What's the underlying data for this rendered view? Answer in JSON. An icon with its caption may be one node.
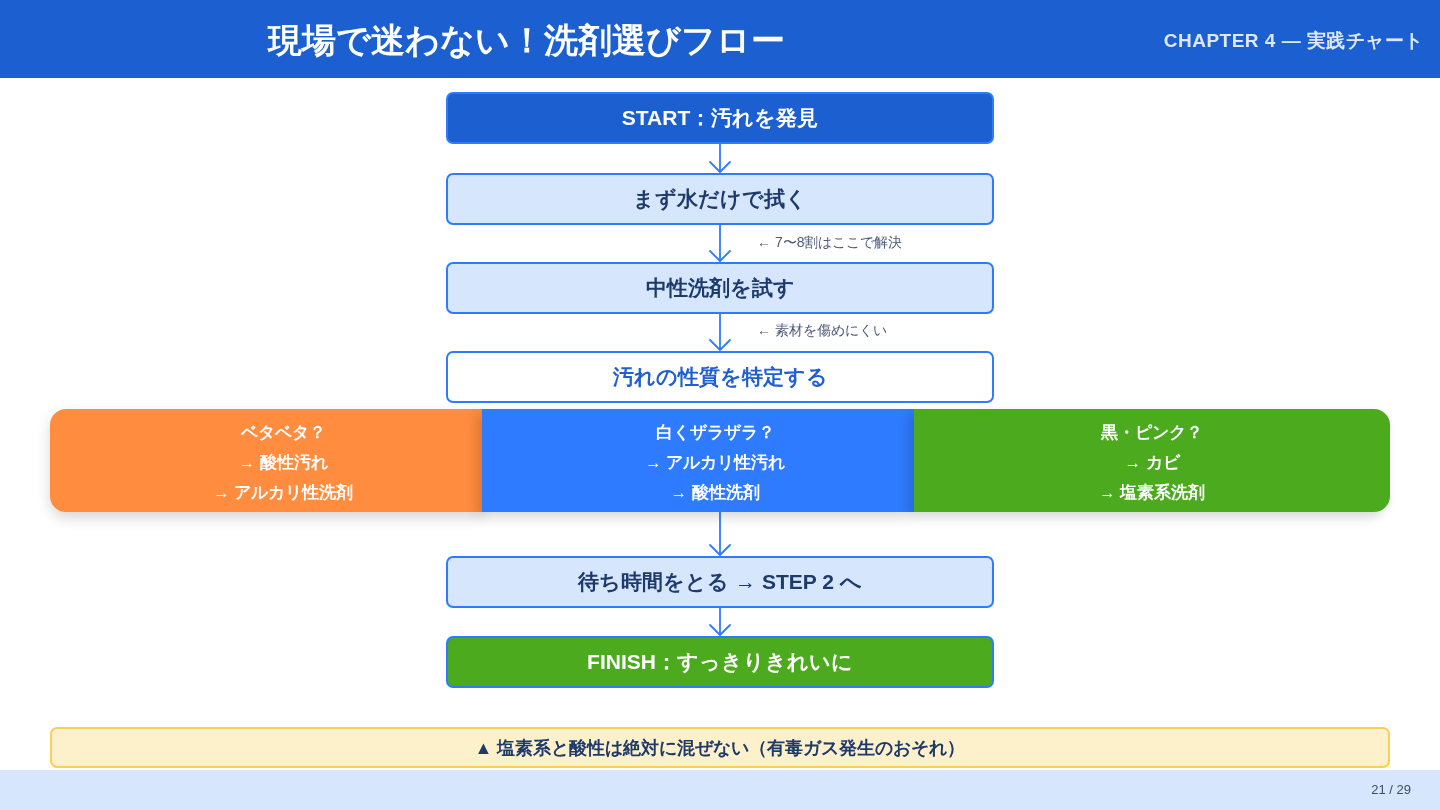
{
  "diagram": {
    "title": "現場で迷わない！洗剤選びフロー",
    "nodes": [
      {
        "text": [
          "START：汚れを発見"
        ]
      },
      {
        "text": [
          "まず水だけで拭く"
        ]
      },
      {
        "text": [
          "中性洗剤を試す"
        ]
      },
      {
        "text": [
          "汚れの性質を特定する"
        ]
      },
      {
        "text": [
          "ベタベタ？",
          "→ 酸性汚れ",
          "→ アルカリ性洗剤"
        ]
      },
      {
        "text": [
          "白くザラザラ？",
          "→ アルカリ性汚れ",
          "→ 酸性洗剤"
        ]
      },
      {
        "text": [
          "黒・ピンク？",
          "→ カビ",
          "→ 塩素系洗剤"
        ]
      },
      {
        "text": [
          "待ち時間をとる → STEP 2 へ"
        ]
      },
      {
        "text": [
          "FINISH：すっきりきれいに"
        ]
      },
      {
        "text": [
          "▲ 塩素系と酸性は絶対に混ぜない（有毒ガス発生のおそれ）"
        ]
      }
    ],
    "edges": [
      {
        "from": 0,
        "to": 1,
        "arrow": "to"
      },
      {
        "from": 1,
        "to": 2,
        "arrow": "to",
        "label": "← 7〜8割はここで解決"
      },
      {
        "from": 2,
        "to": 3,
        "arrow": "to",
        "label": "← 素材を傷めにくい"
      },
      {
        "from": 5,
        "to": 7,
        "arrow": "to"
      },
      {
        "from": 7,
        "to": 8,
        "arrow": "to"
      }
    ],
    "labels": [
      "CHAPTER 4 — 実践チャート",
      "21 / 29"
    ]
  }
}
